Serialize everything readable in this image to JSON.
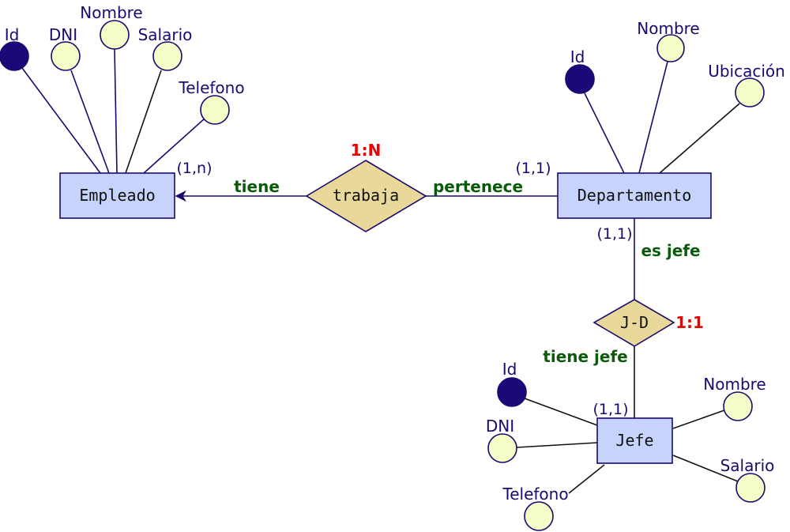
{
  "entities": {
    "empleado": "Empleado",
    "departamento": "Departamento",
    "jefe": "Jefe"
  },
  "relations": {
    "trabaja": "trabaja",
    "jd": "J-D"
  },
  "empleado_attrs": {
    "id": "Id",
    "dni": "DNI",
    "nombre": "Nombre",
    "salario": "Salario",
    "telefono": "Telefono"
  },
  "departamento_attrs": {
    "id": "Id",
    "nombre": "Nombre",
    "ubicacion": "Ubicación"
  },
  "jefe_attrs": {
    "id": "Id",
    "dni": "DNI",
    "telefono": "Telefono",
    "nombre": "Nombre",
    "salario": "Salario"
  },
  "roles": {
    "tiene": "tiene",
    "pertenece": "pertenece",
    "es_jefe": "es jefe",
    "tiene_jefe": "tiene jefe"
  },
  "cardinalities": {
    "empleado_trabaja": "(1,n)",
    "departamento_trabaja": "(1,1)",
    "departamento_jd": "(1,1)",
    "jefe_jd": "(1,1)"
  },
  "ratios": {
    "trabaja": "1:N",
    "jd": "1:1"
  },
  "colors": {
    "entity_fill": "#c6d3fb",
    "relation_fill": "#e8d99a",
    "attribute_fill": "#f6fcc8",
    "key_attribute_fill": "#1c0877",
    "role_text": "#0b5a0b",
    "ratio_text": "#ee0000",
    "line": "#1a0a6e"
  }
}
